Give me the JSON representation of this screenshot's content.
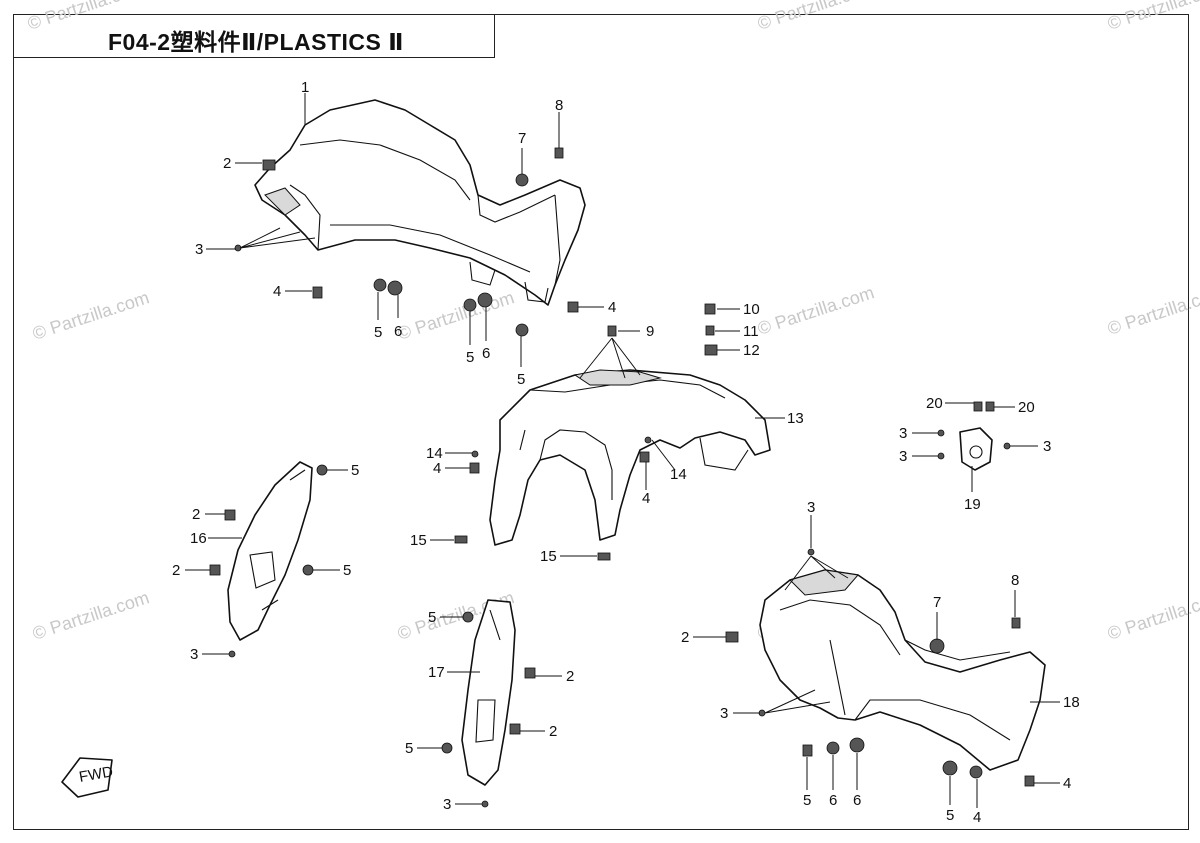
{
  "title": "F04-2塑料件Ⅱ/PLASTICS Ⅱ",
  "watermark": "© Partzilla.com",
  "fwd_label": "FWD",
  "callouts": [
    {
      "id": "c1",
      "text": "1"
    },
    {
      "id": "c2a",
      "text": "2"
    },
    {
      "id": "c3a",
      "text": "3"
    },
    {
      "id": "c4a",
      "text": "4"
    },
    {
      "id": "c5a",
      "text": "5"
    },
    {
      "id": "c6a",
      "text": "6"
    },
    {
      "id": "c5b",
      "text": "5"
    },
    {
      "id": "c6b",
      "text": "6"
    },
    {
      "id": "c5c",
      "text": "5"
    },
    {
      "id": "c4b",
      "text": "4"
    },
    {
      "id": "c7a",
      "text": "7"
    },
    {
      "id": "c8a",
      "text": "8"
    },
    {
      "id": "c9",
      "text": "9"
    },
    {
      "id": "c10",
      "text": "10"
    },
    {
      "id": "c11",
      "text": "11"
    },
    {
      "id": "c12",
      "text": "12"
    },
    {
      "id": "c13",
      "text": "13"
    },
    {
      "id": "c14a",
      "text": "14"
    },
    {
      "id": "c4c",
      "text": "4"
    },
    {
      "id": "c14b",
      "text": "14"
    },
    {
      "id": "c4d",
      "text": "4"
    },
    {
      "id": "c15a",
      "text": "15"
    },
    {
      "id": "c15b",
      "text": "15"
    },
    {
      "id": "c20a",
      "text": "20"
    },
    {
      "id": "c20b",
      "text": "20"
    },
    {
      "id": "c3b",
      "text": "3"
    },
    {
      "id": "c3c",
      "text": "3"
    },
    {
      "id": "c3d",
      "text": "3"
    },
    {
      "id": "c19",
      "text": "19"
    },
    {
      "id": "c5d",
      "text": "5"
    },
    {
      "id": "c2b",
      "text": "2"
    },
    {
      "id": "c16",
      "text": "16"
    },
    {
      "id": "c2c",
      "text": "2"
    },
    {
      "id": "c5e",
      "text": "5"
    },
    {
      "id": "c3e",
      "text": "3"
    },
    {
      "id": "c5f",
      "text": "5"
    },
    {
      "id": "c17",
      "text": "17"
    },
    {
      "id": "c2d",
      "text": "2"
    },
    {
      "id": "c2e",
      "text": "2"
    },
    {
      "id": "c5g",
      "text": "5"
    },
    {
      "id": "c3f",
      "text": "3"
    },
    {
      "id": "c3g",
      "text": "3"
    },
    {
      "id": "c2f",
      "text": "2"
    },
    {
      "id": "c7b",
      "text": "7"
    },
    {
      "id": "c8b",
      "text": "8"
    },
    {
      "id": "c3h",
      "text": "3"
    },
    {
      "id": "c18",
      "text": "18"
    },
    {
      "id": "c4e",
      "text": "4"
    },
    {
      "id": "c5h",
      "text": "5"
    },
    {
      "id": "c6c",
      "text": "6"
    },
    {
      "id": "c6d",
      "text": "6"
    },
    {
      "id": "c5i",
      "text": "5"
    },
    {
      "id": "c4f",
      "text": "4"
    }
  ]
}
